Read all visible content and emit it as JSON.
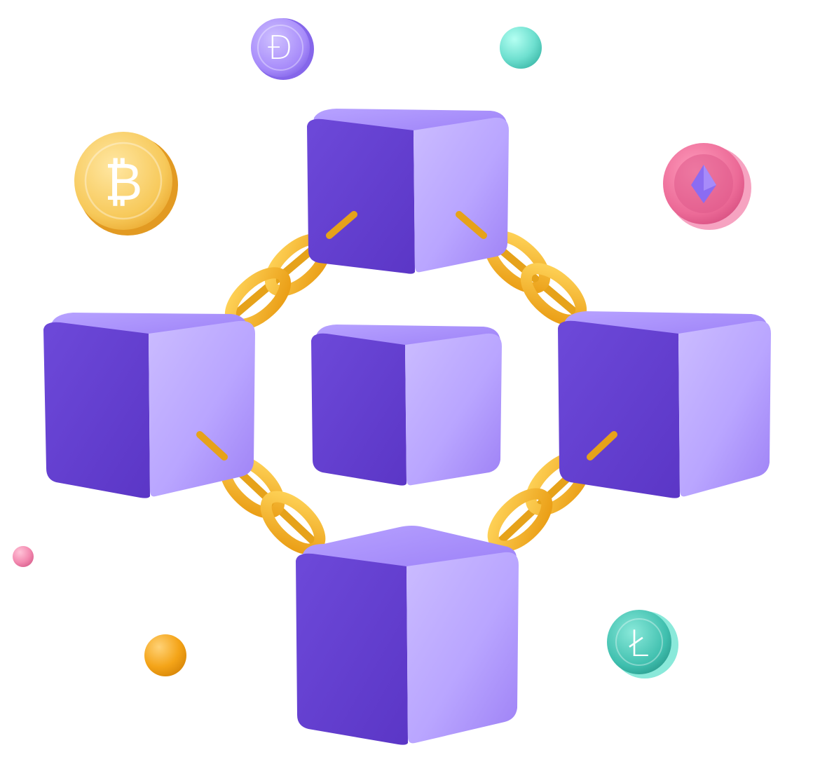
{
  "illustration": {
    "subject": "blockchain",
    "coins": [
      {
        "name": "dogecoin",
        "symbol": "Ð",
        "color": "#a78bfa"
      },
      {
        "name": "bitcoin",
        "symbol": "₿",
        "color": "#f6c143"
      },
      {
        "name": "ethereum",
        "symbol": "diamond",
        "color": "#ec6a97"
      },
      {
        "name": "litecoin",
        "symbol": "Ł",
        "color": "#3fbfae"
      }
    ],
    "colors": {
      "block_light": "#cfc1ff",
      "block_mid": "#8f6ff0",
      "block_dark": "#5f3ccf",
      "chain": "#f5b51e",
      "chain_dark": "#d99210",
      "sphere_mint": "#6fe0d0",
      "sphere_pink": "#f38ab0",
      "sphere_orange": "#f4a418"
    }
  }
}
